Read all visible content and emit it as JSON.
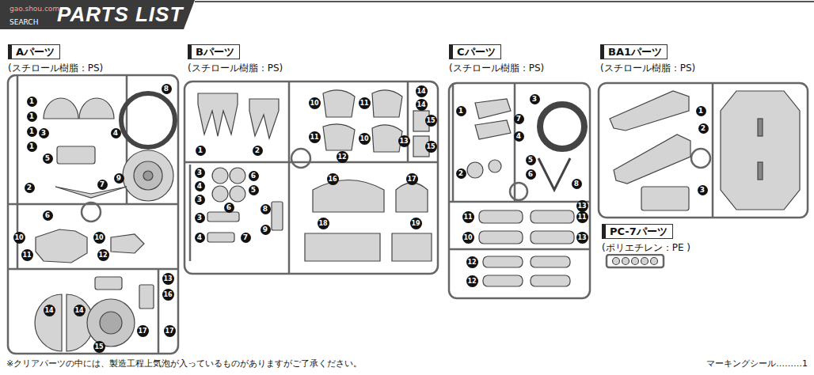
{
  "diagram": {
    "title": "PARTS LIST",
    "nodes": [
      {
        "text": [
          "Aパーツ",
          "(スチロール樹脂：PS)"
        ]
      },
      {
        "text": [
          "Bパーツ",
          "(スチロール樹脂：PS)"
        ]
      },
      {
        "text": [
          "Cパーツ",
          "(スチロール樹脂：PS)"
        ]
      },
      {
        "text": [
          "BA1パーツ",
          "(スチロール樹脂：PS)"
        ]
      },
      {
        "text": [
          "PC-7パーツ",
          "(ポリエチレン：PE )"
        ]
      }
    ],
    "labels": [
      "SEARCH",
      "gao.shou.com",
      "1",
      "1",
      "1",
      "1",
      "3",
      "4",
      "8",
      "5",
      "9",
      "2",
      "7",
      "6",
      "10",
      "10",
      "11",
      "12",
      "13",
      "16",
      "14",
      "14",
      "15",
      "17",
      "17",
      "1",
      "2",
      "10",
      "11",
      "11",
      "10",
      "13",
      "14",
      "14",
      "15",
      "15",
      "12",
      "3",
      "4",
      "6",
      "5",
      "6",
      "3",
      "3",
      "4",
      "7",
      "8",
      "9",
      "16",
      "17",
      "18",
      "19",
      "3",
      "7",
      "1",
      "4",
      "2",
      "5",
      "6",
      "8",
      "11",
      "11",
      "13",
      "10",
      "13",
      "12",
      "12",
      "1",
      "2",
      "3",
      "※クリアパーツの中には、製造工程上気泡が入っているものがありますがご了承ください。",
      "マーキングシール………1"
    ]
  }
}
